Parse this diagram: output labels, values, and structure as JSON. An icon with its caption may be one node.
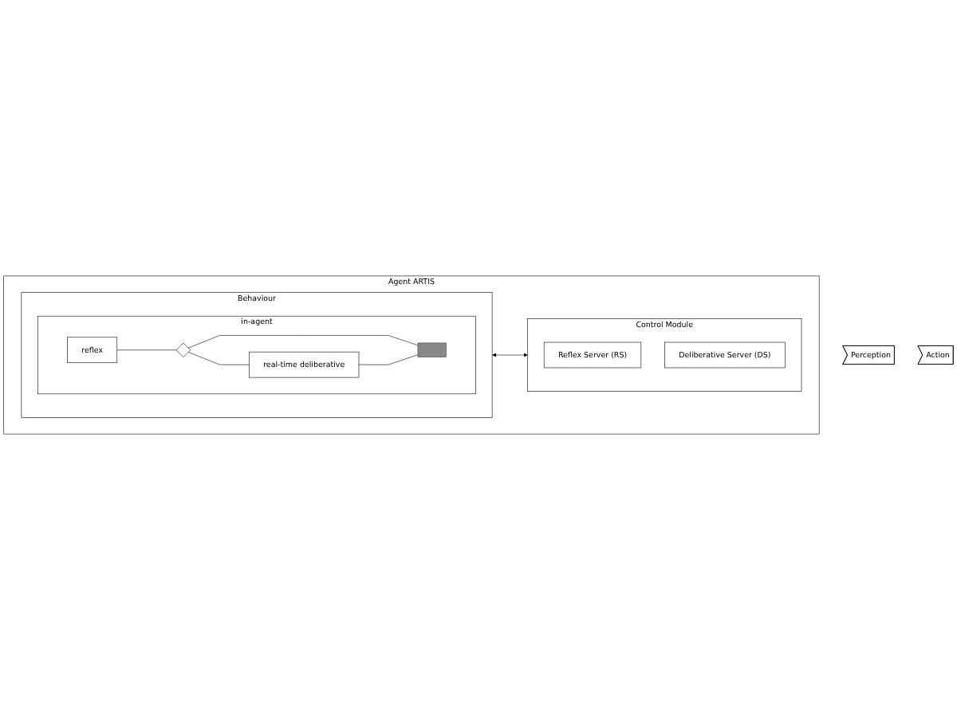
{
  "diagram": {
    "nodes": [
      {
        "text": [
          "Perception"
        ]
      },
      {
        "text": [
          "Agent ARTIS"
        ]
      },
      {
        "text": [
          "Behaviour"
        ],
        "in": 1
      },
      {
        "text": [
          "in-agent"
        ],
        "in": 2
      },
      {
        "text": [
          "reflex"
        ],
        "in": 3
      },
      {
        "text": [],
        "shape": "diamond",
        "in": 3
      },
      {
        "text": [
          "real-time deliberative"
        ],
        "in": 3
      },
      {
        "text": [],
        "shape": "bar",
        "in": 3
      },
      {
        "text": [
          "Control Module"
        ],
        "in": 1
      },
      {
        "text": [
          "Reflex Server (RS)"
        ],
        "in": 8
      },
      {
        "text": [
          "Deliberative Server (DS)"
        ],
        "in": 8
      },
      {
        "text": [
          "Action"
        ]
      }
    ],
    "edges": [
      {
        "from": 4,
        "to": 5,
        "arrow": "none"
      },
      {
        "from": 5,
        "to": 6,
        "arrow": "none"
      },
      {
        "from": 5,
        "to": 7,
        "arrow": "none"
      },
      {
        "from": 6,
        "to": 7,
        "arrow": "none"
      },
      {
        "from": 2,
        "to": 8,
        "arrow": "both"
      }
    ]
  }
}
